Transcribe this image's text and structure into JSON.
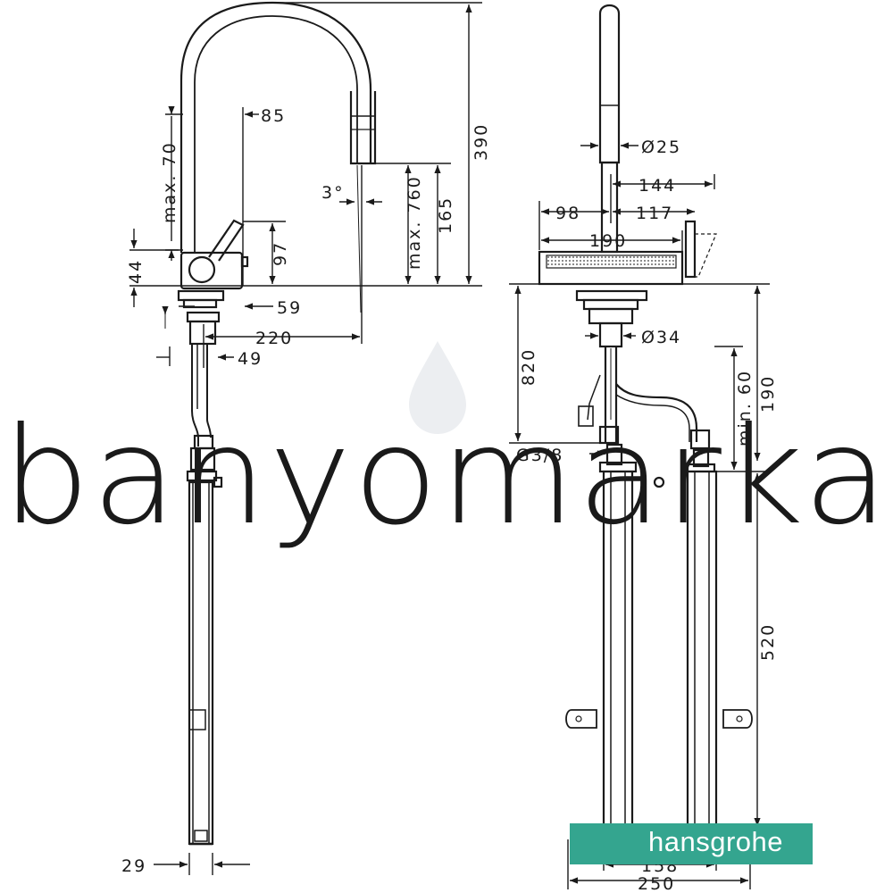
{
  "watermark": {
    "text": "banyomarka"
  },
  "brand": {
    "name": "hansgrohe",
    "color": "#34a58f"
  },
  "colors": {
    "line": "#1a1a1a",
    "watermark_text": "#e5ebf3",
    "watermark_drop": "#eceef1"
  },
  "dimensions": {
    "side_view": {
      "max70": "max. 70",
      "d85": "85",
      "d390": "390",
      "max760": "max. 760",
      "d165": "165",
      "angle3": "3°",
      "d97": "97",
      "d44": "44",
      "d59": "59",
      "d220": "220",
      "d49": "49",
      "d29": "29"
    },
    "front_view": {
      "d25": "Ø25",
      "d144": "144",
      "d98": "98",
      "d117": "117",
      "d190_top": "190",
      "d820": "820",
      "d34": "Ø34",
      "min60": "min. 60",
      "d190_right": "190",
      "g38": "G3/8",
      "d520": "520",
      "d158": "158",
      "d250": "250"
    }
  }
}
